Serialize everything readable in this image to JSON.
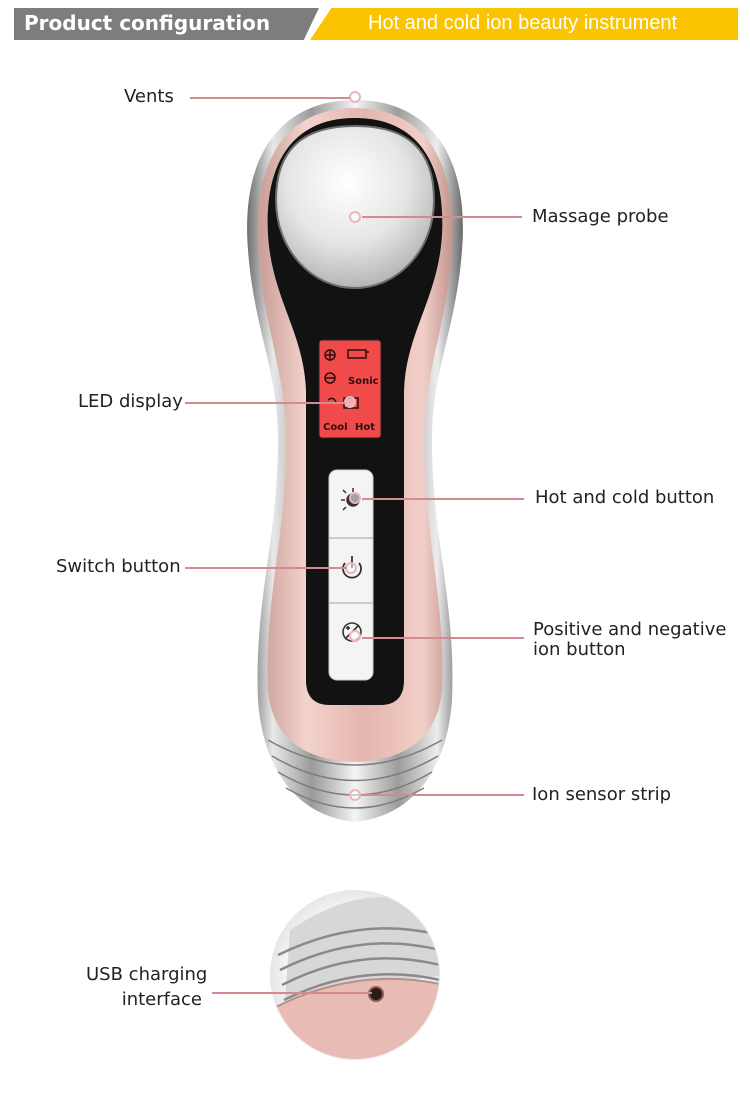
{
  "banner": {
    "left_title": "Product configuration",
    "right_title": "Hot and cold ion beauty instrument"
  },
  "display": {
    "sonic": "Sonic",
    "cool": "Cool",
    "hot": "Hot"
  },
  "callouts": {
    "vents": "Vents",
    "massage_probe": "Massage probe",
    "led_display": "LED display",
    "hot_cold_button": "Hot and cold button",
    "switch_button": "Switch button",
    "ion_button_line1": "Positive and negative",
    "ion_button_line2": "ion button",
    "ion_sensor_strip": "Ion sensor strip",
    "usb_line1": "USB charging",
    "usb_line2": "interface"
  },
  "colors": {
    "banner_gray": "#7d7d7d",
    "banner_yellow": "#fbc400",
    "body_pink": "#e9bdb6",
    "display_red": "#f04a4a",
    "leader_line": "#d38a90"
  }
}
